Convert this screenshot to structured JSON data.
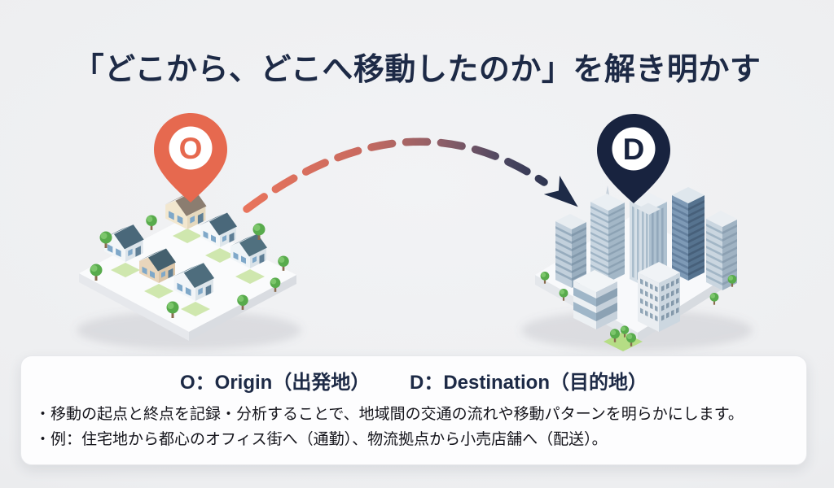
{
  "title": "「どこから、どこへ移動したのか」を解き明かす",
  "pins": {
    "origin_letter": "O",
    "destination_letter": "D"
  },
  "panel": {
    "origin_term": "O：Origin（出発地）",
    "destination_term": "D：Destination（目的地）",
    "bullet_1": "・移動の起点と終点を記録・分析することで、地域間の交通の流れや移動パターンを明らかにします。",
    "bullet_2": "・例：住宅地から都心のオフィス街へ（通勤）、物流拠点から小売店舗へ（配送）。"
  },
  "colors": {
    "title_text": "#1D2A46",
    "origin_pin": "#E6694F",
    "destination_pin": "#18233F",
    "arrow_start": "#E8745C",
    "arrow_end": "#1E2B47",
    "panel_background": "#FDFDFE",
    "page_background": "#ECEDEF"
  }
}
